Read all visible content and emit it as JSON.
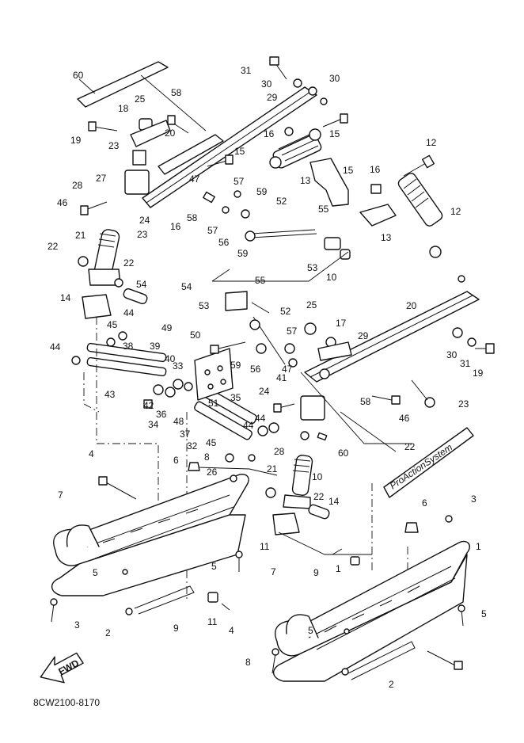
{
  "figure_code": "8CW2100-8170",
  "fwd_label": "FWD",
  "emblem_text": "ProActionSystem",
  "callouts": [
    "60",
    "58",
    "25",
    "18",
    "20",
    "19",
    "23",
    "28",
    "27",
    "47",
    "46",
    "24",
    "16",
    "23",
    "21",
    "22",
    "22",
    "31",
    "30",
    "30",
    "29",
    "16",
    "15",
    "15",
    "12",
    "13",
    "15",
    "16",
    "12",
    "13",
    "57",
    "59",
    "52",
    "58",
    "57",
    "56",
    "59",
    "55",
    "53",
    "54",
    "10",
    "54",
    "53",
    "55",
    "52",
    "14",
    "45",
    "44",
    "49",
    "50",
    "44",
    "38",
    "39",
    "33",
    "40",
    "59",
    "57",
    "56",
    "47",
    "41",
    "43",
    "42",
    "36",
    "48",
    "51",
    "34",
    "37",
    "32",
    "35",
    "45",
    "44",
    "44",
    "8",
    "4",
    "6",
    "26",
    "20",
    "25",
    "17",
    "29",
    "30",
    "31",
    "19",
    "23",
    "58",
    "46",
    "24",
    "28",
    "60",
    "22",
    "21",
    "10",
    "22",
    "14",
    "11",
    "9",
    "1",
    "7",
    "5",
    "5",
    "3",
    "2",
    "9",
    "11",
    "4",
    "6",
    "3",
    "1",
    "7",
    "5",
    "5",
    "8",
    "2"
  ]
}
